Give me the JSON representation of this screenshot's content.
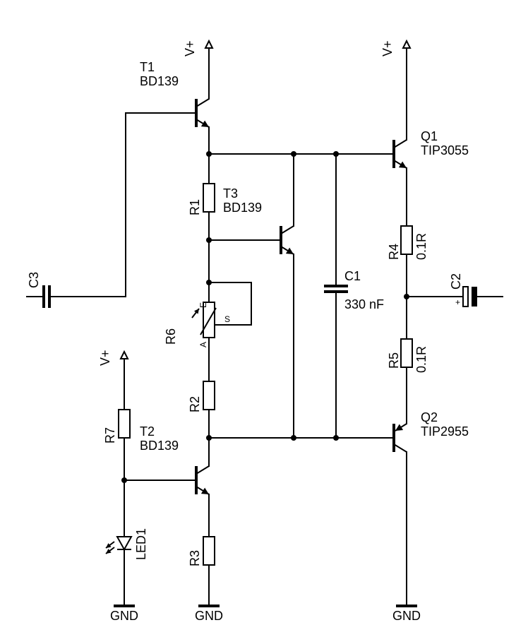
{
  "schematic": {
    "power": {
      "vplus_t1": "V+",
      "vplus_q1": "V+",
      "vplus_r7": "V+",
      "gnd_led": "GND",
      "gnd_r3": "GND",
      "gnd_q2": "GND"
    },
    "transistors": {
      "t1": {
        "ref": "T1",
        "part": "BD139"
      },
      "t2": {
        "ref": "T2",
        "part": "BD139"
      },
      "t3": {
        "ref": "T3",
        "part": "BD139"
      },
      "q1": {
        "ref": "Q1",
        "part": "TIP3055"
      },
      "q2": {
        "ref": "Q2",
        "part": "TIP2955"
      }
    },
    "resistors": {
      "r1": {
        "ref": "R1"
      },
      "r2": {
        "ref": "R2"
      },
      "r3": {
        "ref": "R3"
      },
      "r4": {
        "ref": "R4",
        "value": "0.1R"
      },
      "r5": {
        "ref": "R5",
        "value": "0.1R"
      },
      "r7": {
        "ref": "R7"
      }
    },
    "trimmer": {
      "ref": "R6",
      "pin_top": "E",
      "pin_bottom": "A",
      "pin_wiper": "S"
    },
    "capacitors": {
      "c1": {
        "ref": "C1",
        "value": "330 nF"
      },
      "c2": {
        "ref": "C2",
        "polarity": "+"
      },
      "c3": {
        "ref": "C3"
      }
    },
    "led": {
      "ref": "LED1"
    }
  }
}
